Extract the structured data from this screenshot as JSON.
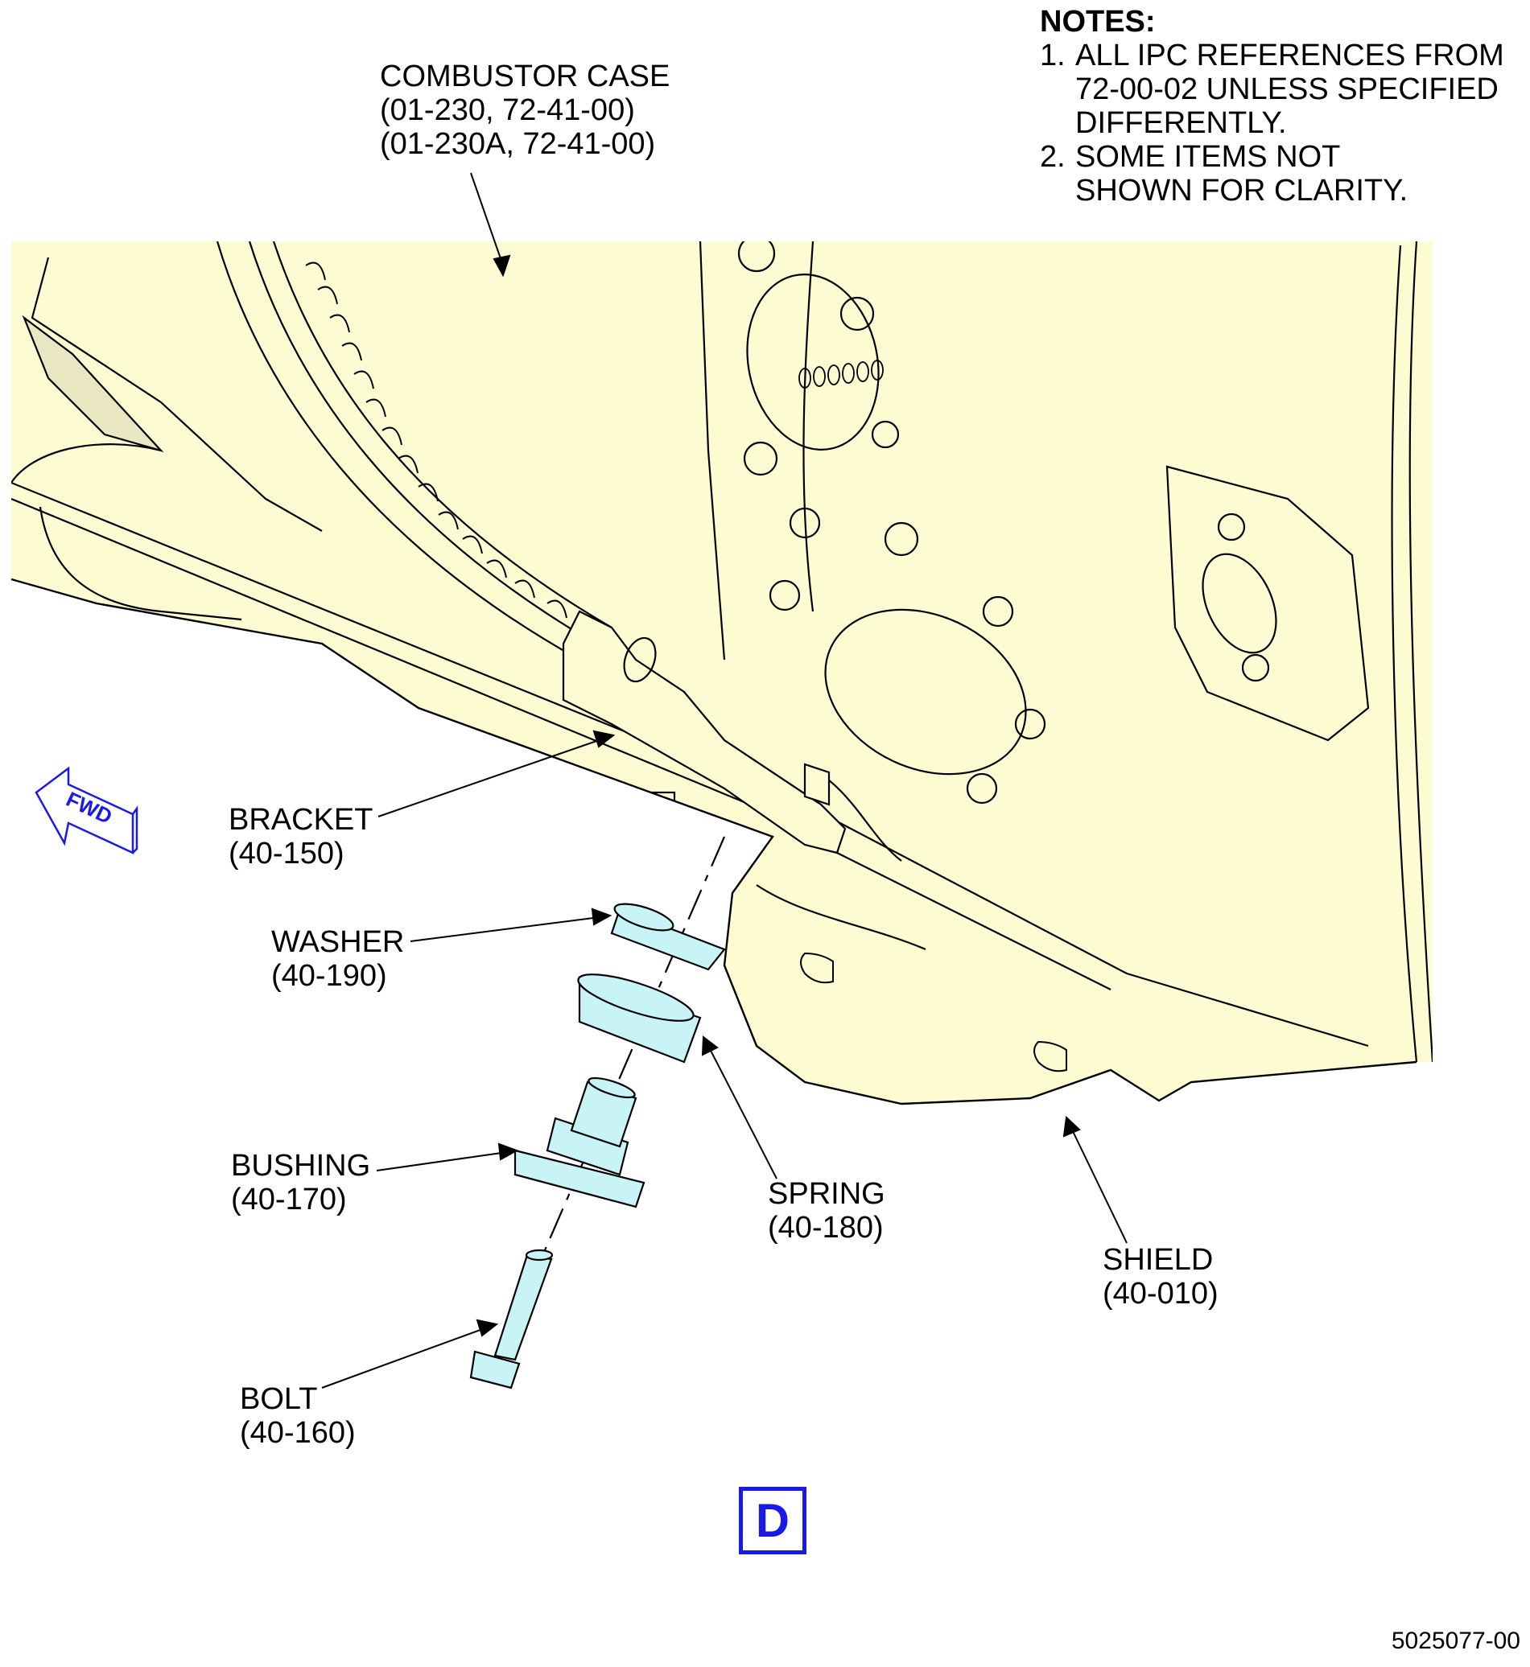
{
  "notes": {
    "header": "NOTES:",
    "items": [
      {
        "num": "1.",
        "lines": [
          "ALL IPC REFERENCES FROM",
          "72-00-02 UNLESS SPECIFIED",
          "DIFFERENTLY."
        ]
      },
      {
        "num": "2.",
        "lines": [
          "SOME ITEMS NOT",
          "SHOWN FOR CLARITY."
        ]
      }
    ]
  },
  "callouts": {
    "combustor_case": {
      "name": "COMBUSTOR CASE",
      "refs": [
        "(01-230, 72-41-00)",
        "(01-230A, 72-41-00)"
      ]
    },
    "bracket": {
      "name": "BRACKET",
      "ref": "(40-150)"
    },
    "washer": {
      "name": "WASHER",
      "ref": "(40-190)"
    },
    "bushing": {
      "name": "BUSHING",
      "ref": "(40-170)"
    },
    "spring": {
      "name": "SPRING",
      "ref": "(40-180)"
    },
    "bolt": {
      "name": "BOLT",
      "ref": "(40-160)"
    },
    "shield": {
      "name": "SHIELD",
      "ref": "(40-010)"
    }
  },
  "fwd_arrow": {
    "label": "FWD",
    "icon": "fwd-arrow-icon",
    "color": "#1a1ae6"
  },
  "view": {
    "label": "D",
    "color": "#1a1ae6"
  },
  "figure_number": "5025077-00",
  "colors": {
    "assembly_fill": "#fdfbd2",
    "parts_fill": "#c8f3f7",
    "line": "#000000"
  }
}
